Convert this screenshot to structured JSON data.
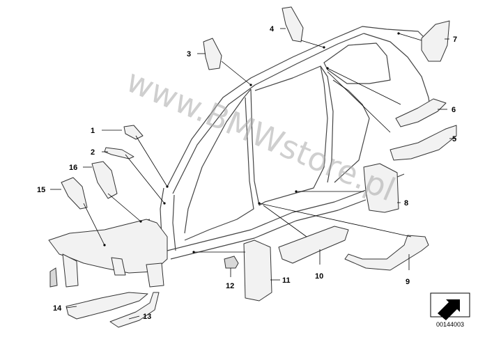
{
  "diagram": {
    "watermark": "www.BMWstore.pl",
    "doc_number": "00144003",
    "callouts": [
      {
        "id": "1",
        "label": "1"
      },
      {
        "id": "2",
        "label": "2"
      },
      {
        "id": "3",
        "label": "3"
      },
      {
        "id": "4",
        "label": "4"
      },
      {
        "id": "5",
        "label": "5"
      },
      {
        "id": "6",
        "label": "6"
      },
      {
        "id": "7",
        "label": "7"
      },
      {
        "id": "8",
        "label": "8"
      },
      {
        "id": "9",
        "label": "9"
      },
      {
        "id": "10",
        "label": "10"
      },
      {
        "id": "11",
        "label": "11"
      },
      {
        "id": "12",
        "label": "12"
      },
      {
        "id": "13",
        "label": "13"
      },
      {
        "id": "14",
        "label": "14"
      },
      {
        "id": "15",
        "label": "15"
      },
      {
        "id": "16",
        "label": "16"
      }
    ]
  }
}
